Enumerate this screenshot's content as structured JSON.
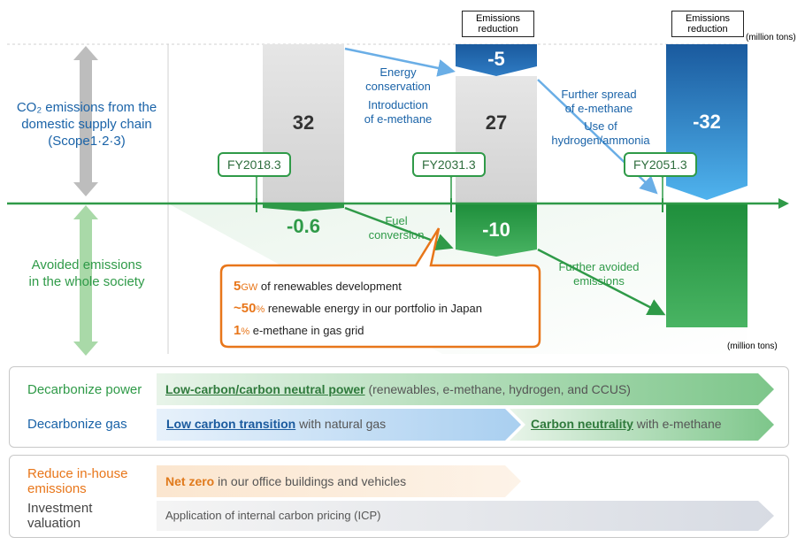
{
  "units": {
    "top": "(million tons)",
    "bottom": "(million tons)"
  },
  "left_labels": {
    "scope_line1": "CO₂ emissions from the",
    "scope_line2": "domestic supply chain",
    "scope_line3": "(Scope1·2·3)",
    "avoided_line1": "Avoided emissions",
    "avoided_line2": "in the whole society"
  },
  "milestones": [
    {
      "label": "FY2018.3"
    },
    {
      "label": "FY2031.3"
    },
    {
      "label": "FY2051.3"
    }
  ],
  "emissions_reduction_label": {
    "line1": "Emissions",
    "line2": "reduction"
  },
  "chart_data": {
    "type": "bar",
    "categories": [
      "FY2018.3",
      "FY2031.3",
      "FY2051.3"
    ],
    "series": [
      {
        "name": "CO₂ emissions from the domestic supply chain (Scope1·2·3)",
        "values": [
          32,
          27,
          null
        ]
      },
      {
        "name": "Emissions reduction",
        "values": [
          null,
          -5,
          -32
        ]
      },
      {
        "name": "Avoided emissions in the whole society",
        "values": [
          -0.6,
          -10,
          null
        ]
      }
    ],
    "value_labels": {
      "fy2018_emissions": "32",
      "fy2031_emissions": "27",
      "fy2031_reduction": "-5",
      "fy2051_reduction": "-32",
      "fy2018_avoided": "-0.6",
      "fy2031_avoided": "-10"
    }
  },
  "annotations": {
    "energy_conservation": {
      "line1": "Energy",
      "line2": "conservation"
    },
    "intro_emethane": {
      "line1": "Introduction",
      "line2": "of e-methane"
    },
    "further_spread": {
      "line1": "Further spread",
      "line2": "of e-methane"
    },
    "use_hydrogen": {
      "line1": "Use of",
      "line2": "hydrogen/ammonia"
    },
    "fuel_conversion": {
      "line1": "Fuel",
      "line2": "conversion"
    },
    "further_avoided": {
      "line1": "Further avoided",
      "line2": "emissions"
    }
  },
  "callout": {
    "item1_num": "5",
    "item1_unit": "GW",
    "item1_text": " of renewables development",
    "item2_num": "~50",
    "item2_unit": "%",
    "item2_text": " renewable energy in our portfolio in Japan",
    "item3_num": "1",
    "item3_unit": "%",
    "item3_text": " e-methane in gas grid"
  },
  "panel1": {
    "row1_label": "Decarbonize power",
    "row1_bold": "Low-carbon/carbon neutral power",
    "row1_rest": " (renewables, e-methane, hydrogen, and CCUS)",
    "row2_label": "Decarbonize gas",
    "row2_a_bold": "Low carbon transition",
    "row2_a_rest": "  with natural gas",
    "row2_b_bold": "Carbon neutrality",
    "row2_b_rest": " with e-methane"
  },
  "panel2": {
    "row1_label_line1": "Reduce in-house",
    "row1_label_line2": "emissions",
    "row1_bold": "Net zero",
    "row1_rest": "  in our office buildings and vehicles",
    "row2_label_line1": "Investment",
    "row2_label_line2": "valuation",
    "row2_text": "Application of internal carbon pricing (ICP)"
  },
  "colors": {
    "blue_dark": "#1a5a9e",
    "blue_light": "#3a8fd6",
    "green": "#2f9a48",
    "green_light": "#9fd5a6",
    "gray_bar": "#dedede",
    "orange": "#e8761a"
  }
}
